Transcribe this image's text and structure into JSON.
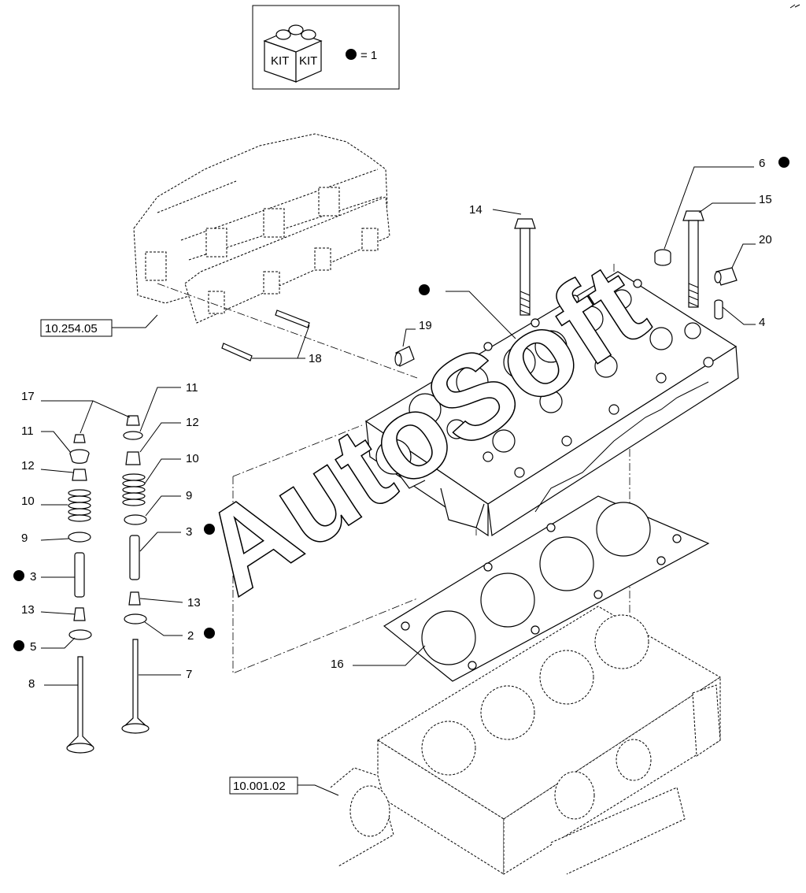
{
  "legend": {
    "kit_label_left": "KIT",
    "kit_label_right": "KIT",
    "equals": "= 1"
  },
  "references": {
    "exhaust_manifold": "10.254.05",
    "engine_block": "10.001.02"
  },
  "callouts": {
    "p14": "14",
    "p15": "15",
    "p6": "6",
    "p20": "20",
    "p4": "4",
    "p19": "19",
    "p18": "18",
    "p17": "17",
    "p11a": "11",
    "p11b": "11",
    "p12a": "12",
    "p12b": "12",
    "p10a": "10",
    "p10b": "10",
    "p9a": "9",
    "p9b": "9",
    "p3a": "3",
    "p3b": "3",
    "p13a": "13",
    "p13b": "13",
    "p5": "5",
    "p2": "2",
    "p8": "8",
    "p7": "7",
    "p16": "16"
  },
  "watermark": "AutoSoft",
  "colors": {
    "line": "#000000",
    "background": "#ffffff"
  }
}
